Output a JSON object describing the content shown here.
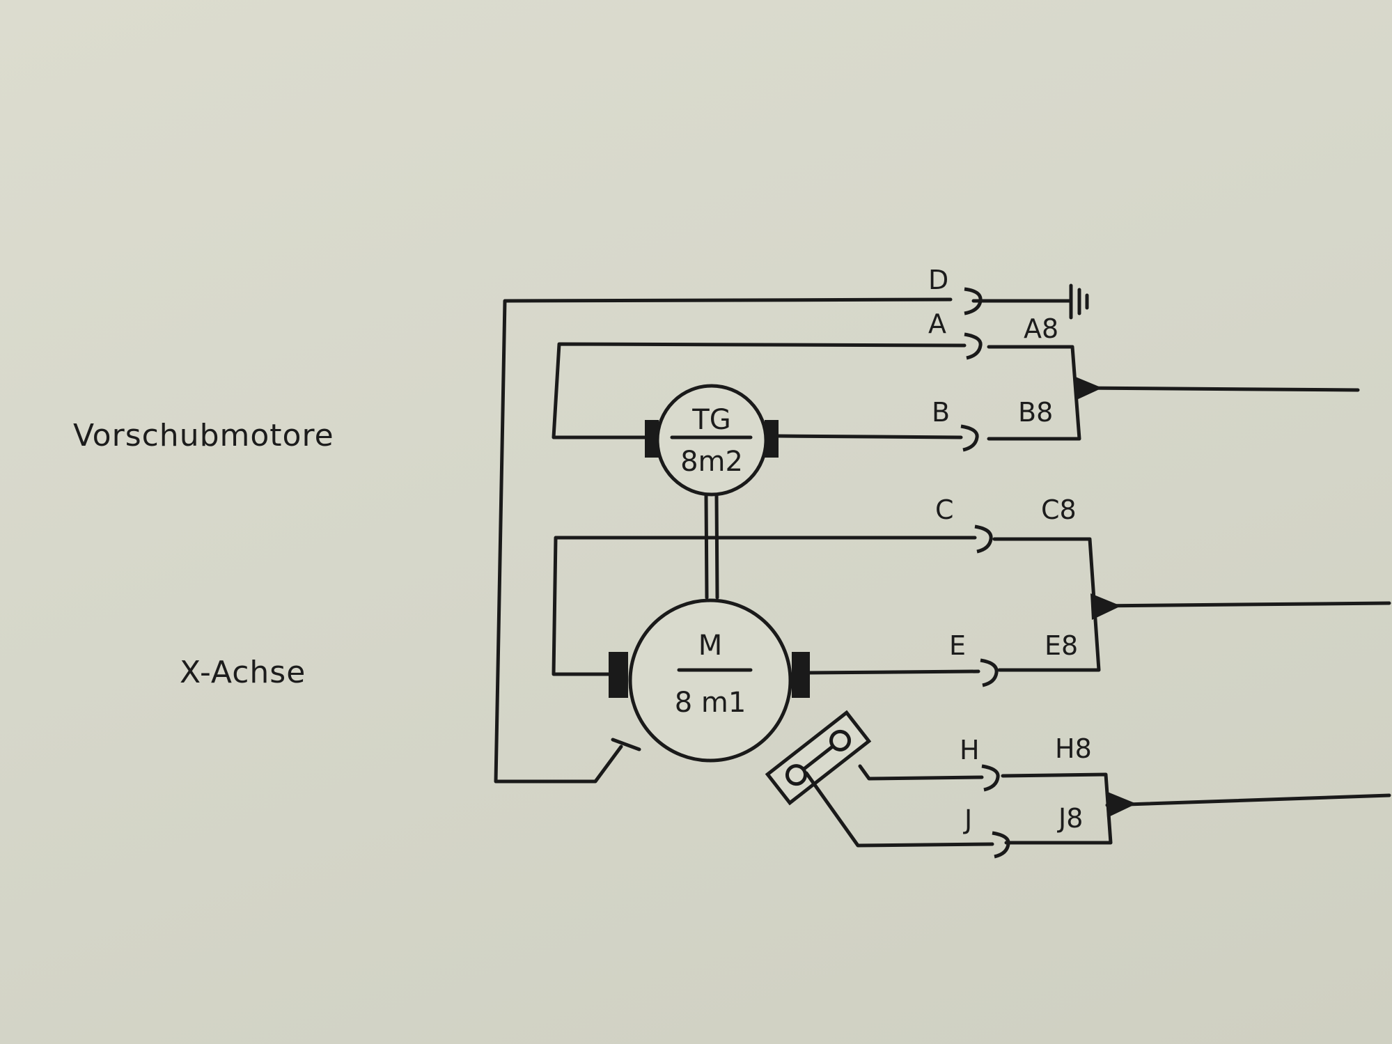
{
  "labels": {
    "group_top": "Vorschubmotore",
    "group_bottom": "X-Achse"
  },
  "motors": {
    "tacho": {
      "name": "TG",
      "code": "8m2"
    },
    "main": {
      "name": "M",
      "code": "8 m1"
    }
  },
  "terminals": {
    "D": "D",
    "A": "A",
    "A8": "A8",
    "B": "B",
    "B8": "B8",
    "C": "C",
    "C8": "C8",
    "E": "E",
    "E8": "E8",
    "H": "H",
    "H8": "H8",
    "J": "J",
    "J8": "J8"
  },
  "colors": {
    "paper": "#d6d7ca",
    "ink": "#1a1a1a"
  }
}
